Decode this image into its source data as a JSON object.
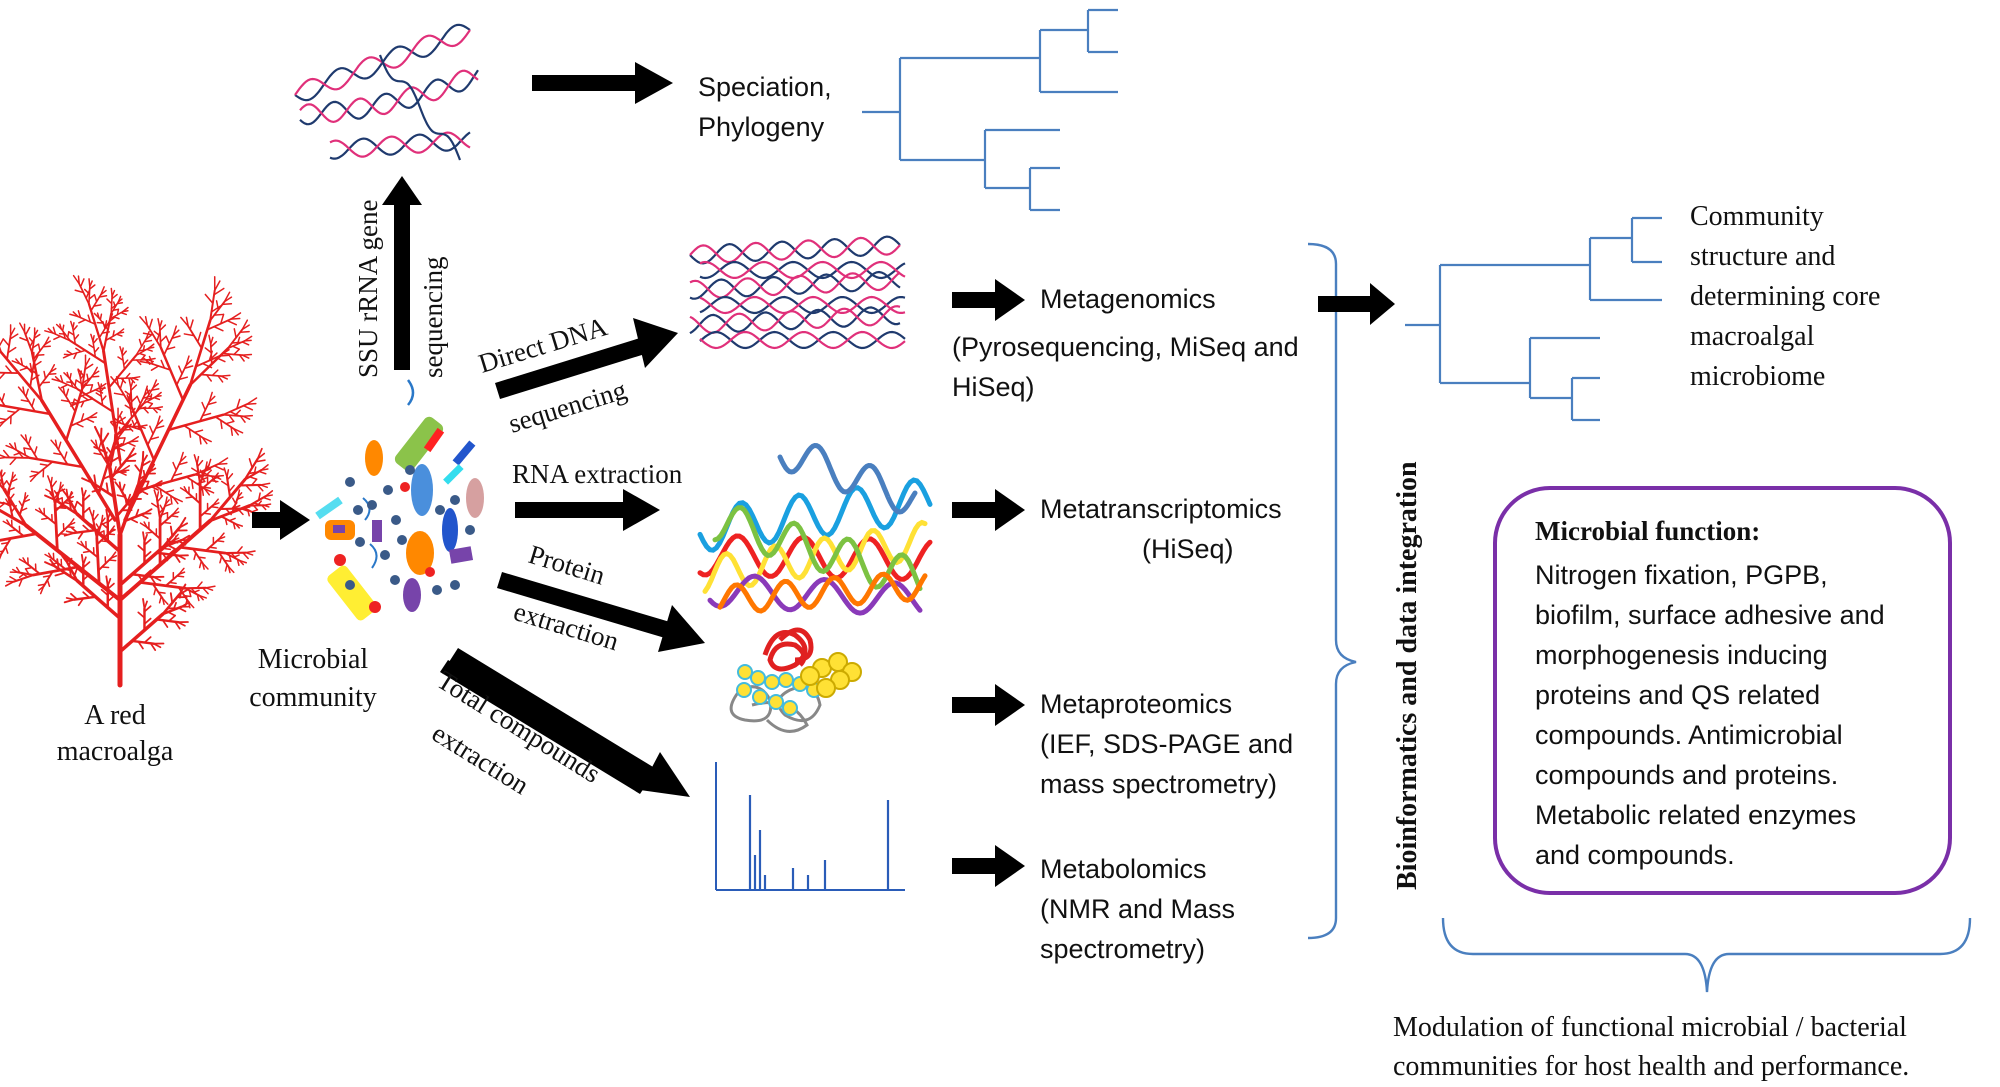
{
  "labels": {
    "alga_line1": "A red",
    "alga_line2": "macroalga",
    "community_line1": "Microbial",
    "community_line2": "community",
    "ssu_line1": "SSU rRNA gene",
    "ssu_line2": "sequencing",
    "direct_dna_line1": "Direct DNA",
    "direct_dna_line2": "sequencing",
    "rna_extraction": "RNA  extraction",
    "protein_line1": "Protein",
    "protein_line2": "extraction",
    "total_line1": "Total compounds",
    "total_line2": "extraction",
    "speciation_line1": "Speciation,",
    "speciation_line2": "Phylogeny",
    "metagenomics": "Metagenomics",
    "metagenomics_detail_line1": "(Pyrosequencing, MiSeq and",
    "metagenomics_detail_line2": "HiSeq)",
    "metatranscriptomics": "Metatranscriptomics",
    "metatranscriptomics_detail": "(HiSeq)",
    "metaproteomics": "Metaproteomics",
    "metaproteomics_detail_line1": "(IEF, SDS-PAGE and",
    "metaproteomics_detail_line2": "mass spectrometry)",
    "metabolomics": "Metabolomics",
    "metabolomics_detail_line1": "(NMR and Mass",
    "metabolomics_detail_line2": "spectrometry)",
    "bioinformatics": "Bioinformatics and data integration",
    "community_structure_lines": [
      "Community",
      "structure and",
      "determining core",
      "macroalgal",
      "microbiome"
    ],
    "function_title": "Microbial function:",
    "function_lines": [
      "Nitrogen fixation, PGPB,",
      "biofilm, surface adhesive and",
      "morphogenesis inducing",
      "proteins and QS related",
      "compounds. Antimicrobial",
      "compounds and proteins.",
      "Metabolic related enzymes",
      "and compounds."
    ],
    "modulation_line1": "Modulation of functional microbial / bacterial",
    "modulation_line2": "communities for host health and performance."
  },
  "colors": {
    "alga": "#e51f1f",
    "tree_lines": "#4a7fbf",
    "function_box_border": "#7a2fa8",
    "dna_strand_a": "#1f3a6e",
    "dna_strand_b": "#e0307a",
    "arrow": "#000000"
  },
  "icons": [
    "red-macroalga-icon",
    "microbial-community-icon",
    "dna-helix-icon",
    "rna-strands-icon",
    "protein-blob-icon",
    "mass-spectrum-icon",
    "phylogenetic-tree-icon"
  ]
}
